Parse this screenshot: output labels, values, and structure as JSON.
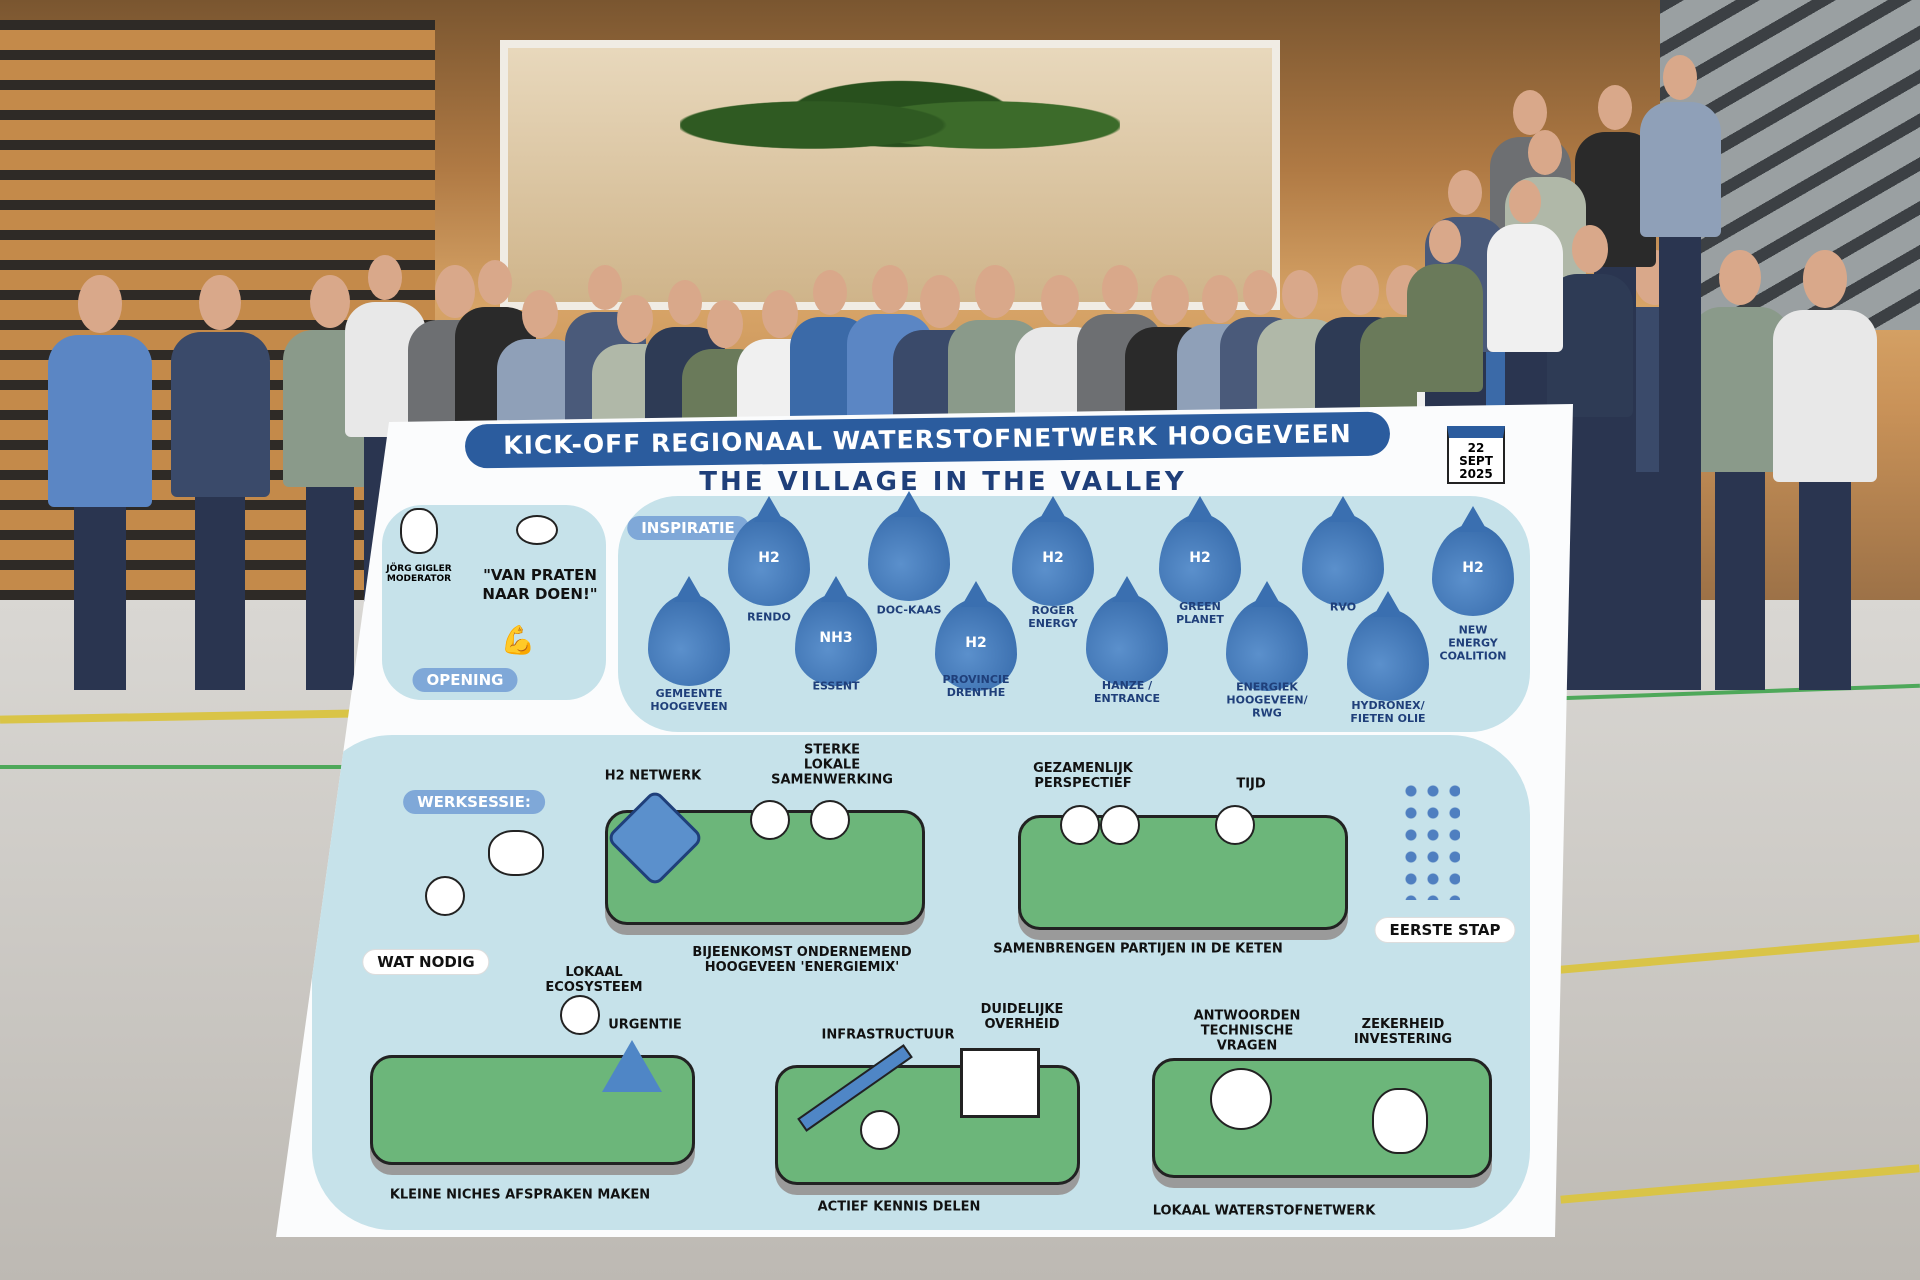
{
  "poster": {
    "title": "KICK-OFF REGIONAAL WATERSTOFNETWERK HOOGEVEEN",
    "subtitle": "THE VILLAGE IN THE VALLEY",
    "date": "22\nSEPT\n2025",
    "opening": {
      "moderator": "JÖRG GIGLER\nMODERATOR",
      "quote": "\"VAN PRATEN\nNAAR DOEN!\"",
      "label": "OPENING"
    },
    "inspiratie": {
      "label": "INSPIRATIE",
      "drops": [
        {
          "label": "GEMEENTE\nHOOGEVEEN",
          "icon": "lightning-drop-icon"
        },
        {
          "label": "RENDO",
          "icon": "h2-network-icon",
          "text": "H2"
        },
        {
          "label": "ESSENT",
          "icon": "nh3-cloud-icon",
          "text": "NH3"
        },
        {
          "label": "DOC-KAAS",
          "icon": "tanks-icon"
        },
        {
          "label": "PROVINCIE\nDRENTHE",
          "icon": "province-map-icon",
          "text": "H2"
        },
        {
          "label": "ROGER\nENERGY",
          "icon": "container-icon",
          "text": "H2"
        },
        {
          "label": "HANZE /\nENTRANCE",
          "icon": "graduate-icon"
        },
        {
          "label": "GREEN\nPLANET",
          "icon": "truck-icon",
          "text": "H2"
        },
        {
          "label": "ENERGIEK\nHOOGEVEEN/\nRWG",
          "icon": "road-solar-icon"
        },
        {
          "label": "RVO",
          "icon": "document-icon"
        },
        {
          "label": "HYDRONEX/\nFIETEN OLIE",
          "icon": "battery-icon"
        },
        {
          "label": "NEW\nENERGY\nCOALITION",
          "icon": "cycle-icon",
          "text": "H2"
        }
      ]
    },
    "werksessie": {
      "label": "WERKSESSIE:",
      "wat_nodig": "WAT NODIG",
      "eerste_stap": "EERSTE STAP",
      "notes": [
        "H2 NETWERK",
        "STERKE\nLOKALE\nSAMENWERKING",
        "BIJEENKOMST ONDERNEMEND\nHOOGEVEEN 'ENERGIEMIX'",
        "GEZAMENLIJK\nPERSPECTIEF",
        "TIJD",
        "SAMENBRENGEN PARTIJEN IN DE KETEN",
        "LOKAAL\nECOSYSTEEM",
        "URGENTIE",
        "KLEINE NICHES AFSPRAKEN MAKEN",
        "INFRASTRUCTUUR",
        "DUIDELIJKE\nOVERHEID",
        "ACTIEF KENNIS DELEN",
        "ANTWOORDEN\nTECHNISCHE\nVRAGEN",
        "ZEKERHEID\nINVESTERING",
        "LOKAAL WATERSTOFNETWERK"
      ]
    }
  },
  "colors": {
    "poster_blue": "#2b5c9e",
    "panel": "#c6e2ea",
    "puzzle_green": "#6cb67a"
  }
}
